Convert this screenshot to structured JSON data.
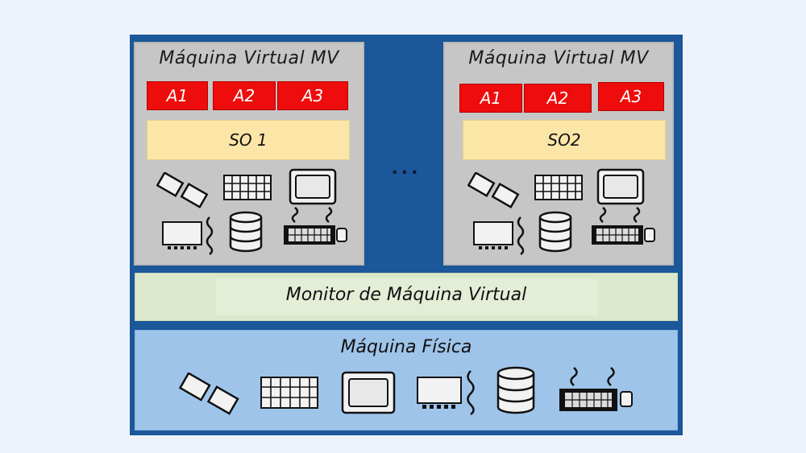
{
  "vm_left": {
    "title": "Máquina Virtual MV",
    "apps": [
      "A1",
      "A2",
      "A3"
    ],
    "os": "SO 1"
  },
  "vm_right": {
    "title": "Máquina Virtual MV",
    "apps": [
      "A1",
      "A2",
      "A3"
    ],
    "os": "SO2"
  },
  "ellipsis": "...",
  "monitor": {
    "label": "Monitor de Máquina Virtual"
  },
  "physical": {
    "title": "Máquina Física"
  },
  "hardware_icons": [
    "cpu-chips-icon",
    "memory-grid-icon",
    "display-icon",
    "disk-drive-icon",
    "database-icon",
    "keyboard-icon"
  ],
  "colors": {
    "frame": "#1b5799",
    "vm_box": "#c6c6c6",
    "app": "#ee0c0c",
    "os": "#fbe6a8",
    "monitor": "#dbe8cc",
    "physical": "#9fc4ea"
  }
}
